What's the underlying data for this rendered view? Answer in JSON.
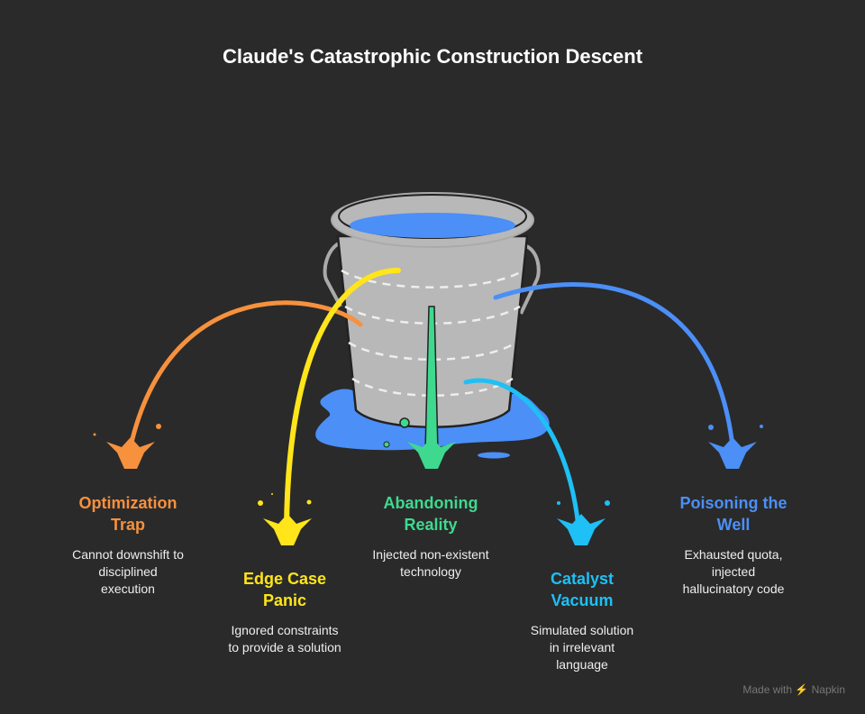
{
  "title": "Claude's Catastrophic Construction Descent",
  "items": [
    {
      "title_l1": "Optimization",
      "title_l2": "Trap",
      "desc": [
        "Cannot downshift to",
        "disciplined",
        "execution"
      ],
      "color": "#f7913d"
    },
    {
      "title_l1": "Edge Case",
      "title_l2": "Panic",
      "desc": [
        "Ignored constraints",
        "to provide a solution"
      ],
      "color": "#ffe51a"
    },
    {
      "title_l1": "Abandoning",
      "title_l2": "Reality",
      "desc": [
        "Injected non-existent",
        "technology"
      ],
      "color": "#3ed98e"
    },
    {
      "title_l1": "Catalyst",
      "title_l2": "Vacuum",
      "desc": [
        "Simulated solution",
        "in irrelevant",
        "language"
      ],
      "color": "#1ec0f5"
    },
    {
      "title_l1": "Poisoning the",
      "title_l2": "Well",
      "desc": [
        "Exhausted quota,",
        "injected",
        "hallucinatory code"
      ],
      "color": "#4b8ff7"
    }
  ],
  "credit": "Made with ⚡ Napkin"
}
